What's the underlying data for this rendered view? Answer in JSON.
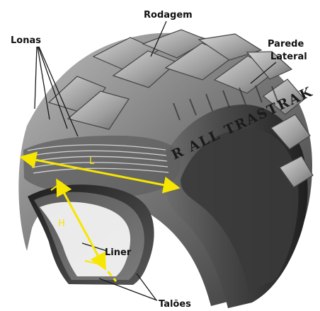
{
  "labels": {
    "tread": "Rodagem",
    "plies": "Lonas",
    "sidewall_line1": "Parede",
    "sidewall_line2": "Lateral",
    "liner": "Liner",
    "beads": "Talões",
    "width": "L",
    "height": "H"
  },
  "brand_text": "R ALL TRASTRAK"
}
